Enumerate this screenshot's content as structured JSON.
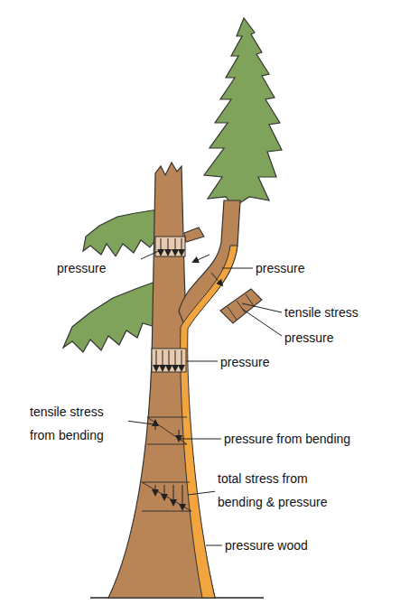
{
  "diagram": {
    "labels": [
      "pressure",
      "pressure",
      "tensile stress",
      "pressure",
      "pressure",
      "tensile stress from bending",
      "pressure from bending",
      "total stress from bending & pressure",
      "pressure wood"
    ]
  }
}
